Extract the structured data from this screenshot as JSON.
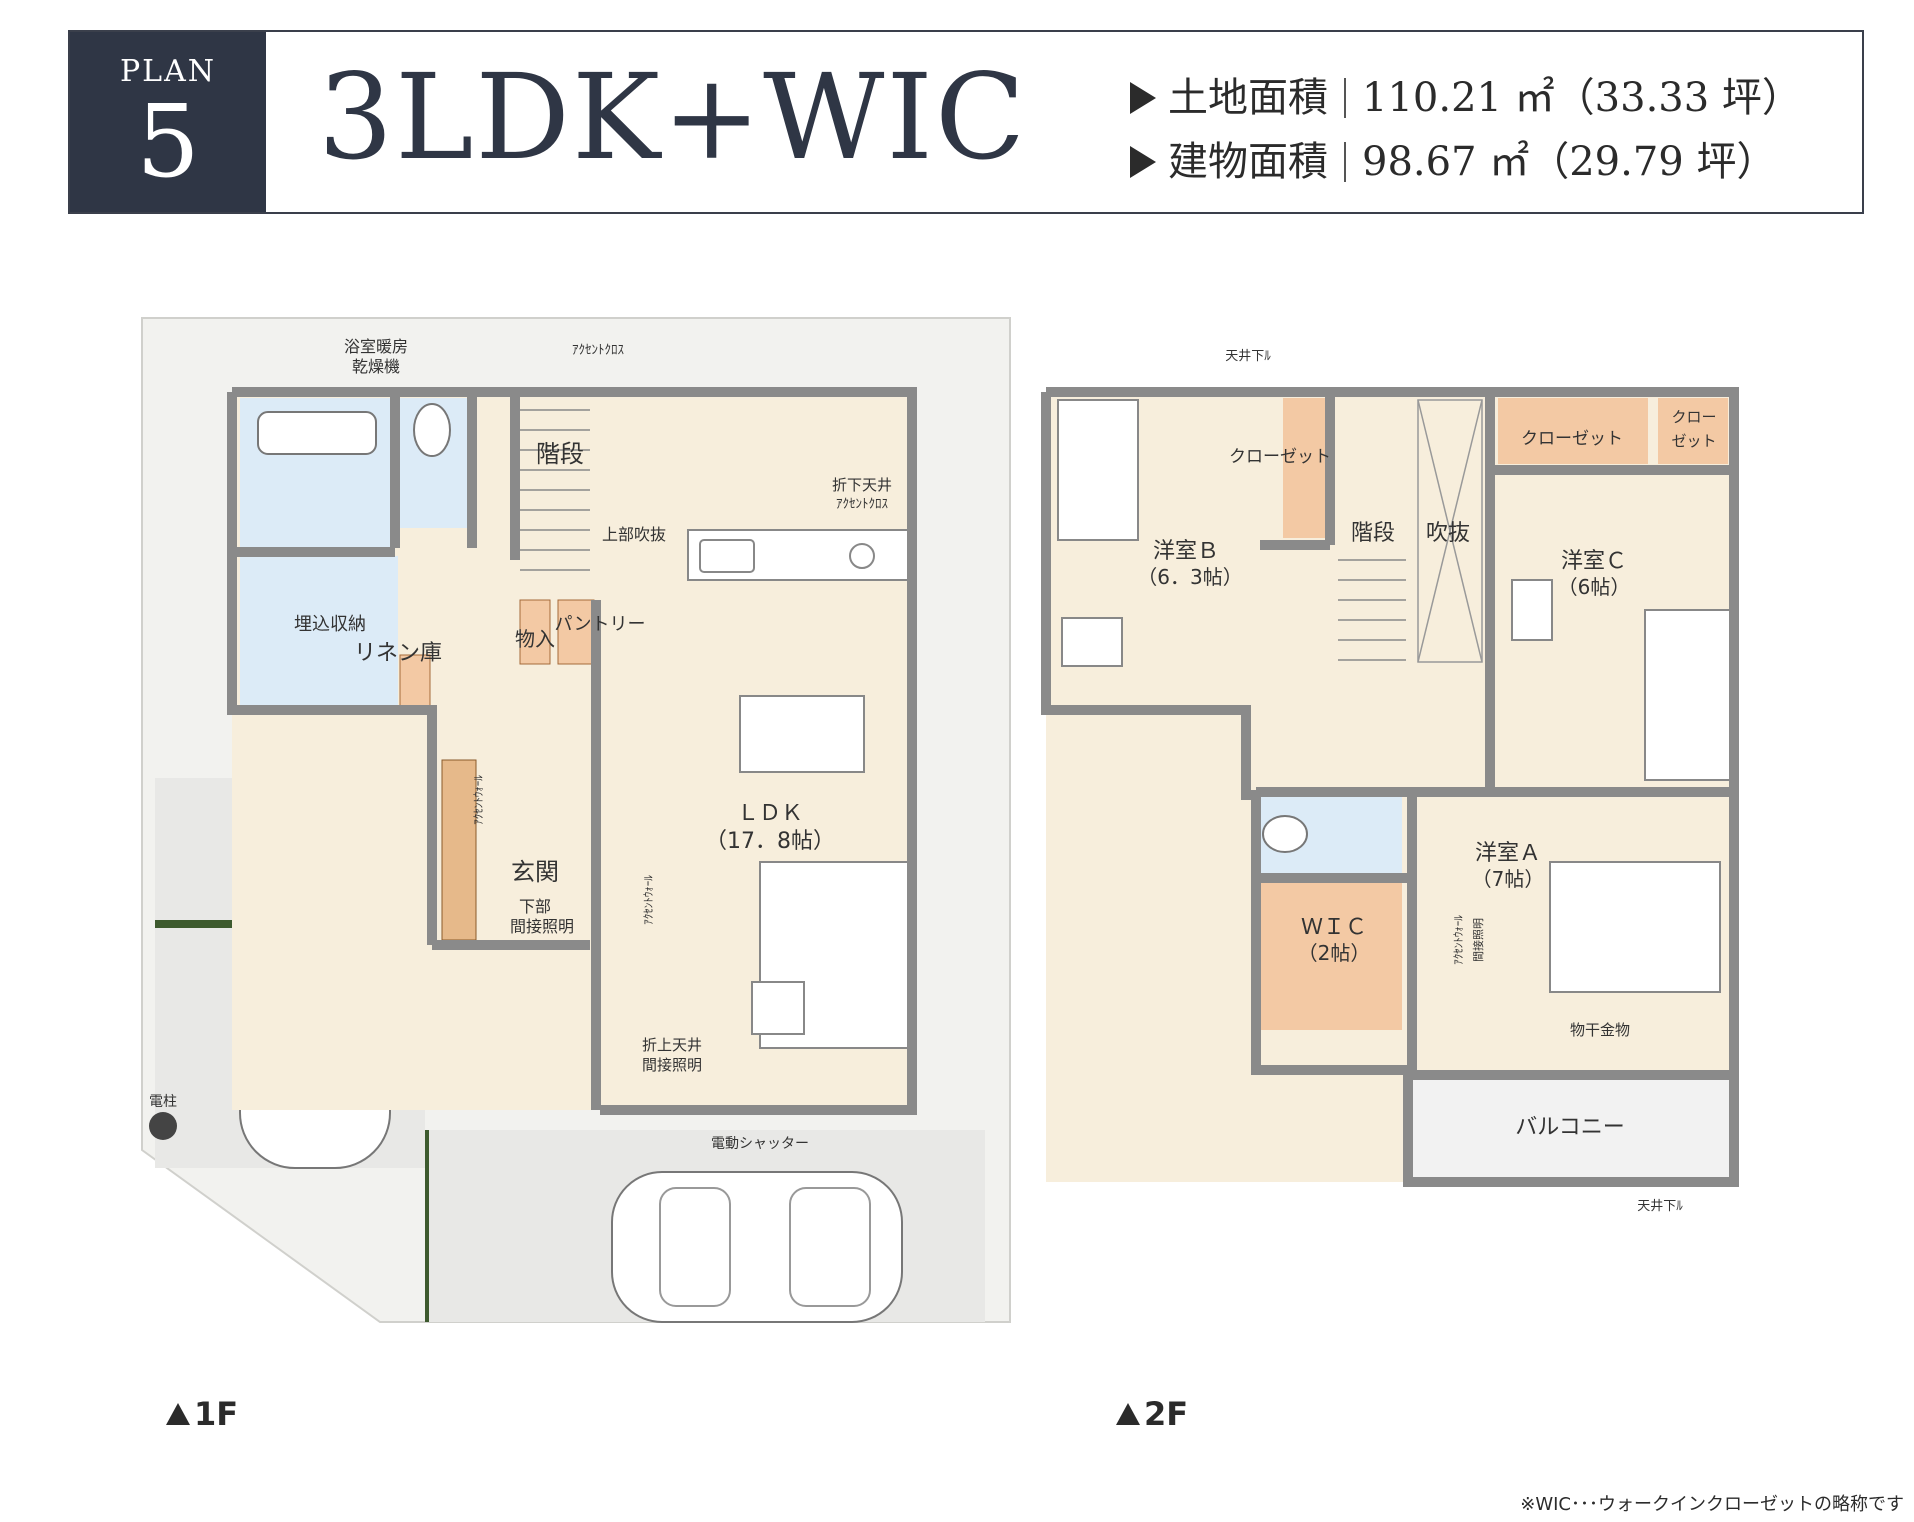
{
  "header": {
    "plan_label": "PLAN",
    "plan_number": "5",
    "layout": "3LDK+WIC",
    "land_label": "土地面積",
    "land_value": "110.21 ㎡（33.33 坪）",
    "building_label": "建物面積",
    "building_value": "98.67 ㎡（29.79 坪）"
  },
  "floor1": {
    "label": "1F",
    "rooms": {
      "bath_dryer": "浴室暖房",
      "bath_dryer2": "乾燥機",
      "stairs": "階段",
      "upper_void": "上部吹抜",
      "accent_cross": "ｱｸｾﾝﾄｸﾛｽ",
      "ceiling_down": "折下天井",
      "ceiling_accent": "ｱｸｾﾝﾄｸﾛｽ",
      "builtin_storage": "埋込収納",
      "linen": "リネン庫",
      "storage": "物入",
      "pantry": "パントリー",
      "ldk": "ＬＤＫ",
      "ldk_size": "（17．8帖）",
      "entrance": "玄関",
      "lower_light": "下部",
      "lower_light2": "間接照明",
      "accent_wall1": "ｱｸｾﾝﾄｳｫｰﾙ",
      "accent_wall2": "ｱｸｾﾝﾄｳｫｰﾙ",
      "ceiling_up": "折上天井",
      "ceiling_up2": "間接照明",
      "shutter": "電動シャッター",
      "pole": "電柱"
    }
  },
  "floor2": {
    "label": "2F",
    "rooms": {
      "ceiling_drop_top": "天井下ﾙ",
      "ceiling_drop_bottom": "天井下ﾙ",
      "closet_b": "クローゼット",
      "closet_c": "クローゼット",
      "closet_small": "クロー",
      "closet_small2": "ゼット",
      "stairs": "階段",
      "void": "吹抜",
      "room_b": "洋室Ｂ",
      "room_b_size": "（6．3帖）",
      "room_c": "洋室Ｃ",
      "room_c_size": "（6帖）",
      "room_a": "洋室Ａ",
      "room_a_size": "（7帖）",
      "wic": "ＷＩＣ",
      "wic_size": "（2帖）",
      "accent_wall": "ｱｸｾﾝﾄｳｫｰﾙ",
      "indirect": "間接照明",
      "hanger": "物干金物",
      "balcony": "バルコニー"
    }
  },
  "footnote": "※WIC･･･ウォークインクローゼットの略称です",
  "colors": {
    "badge": "#2f3645",
    "wall": "#8a8a8a",
    "floor": "#f7eedc",
    "wet": "#dcebf7",
    "closet": "#f3c9a4",
    "site": "#f2f2ef",
    "parking": "#e8e8e6",
    "green_line": "#3d5a2e"
  }
}
